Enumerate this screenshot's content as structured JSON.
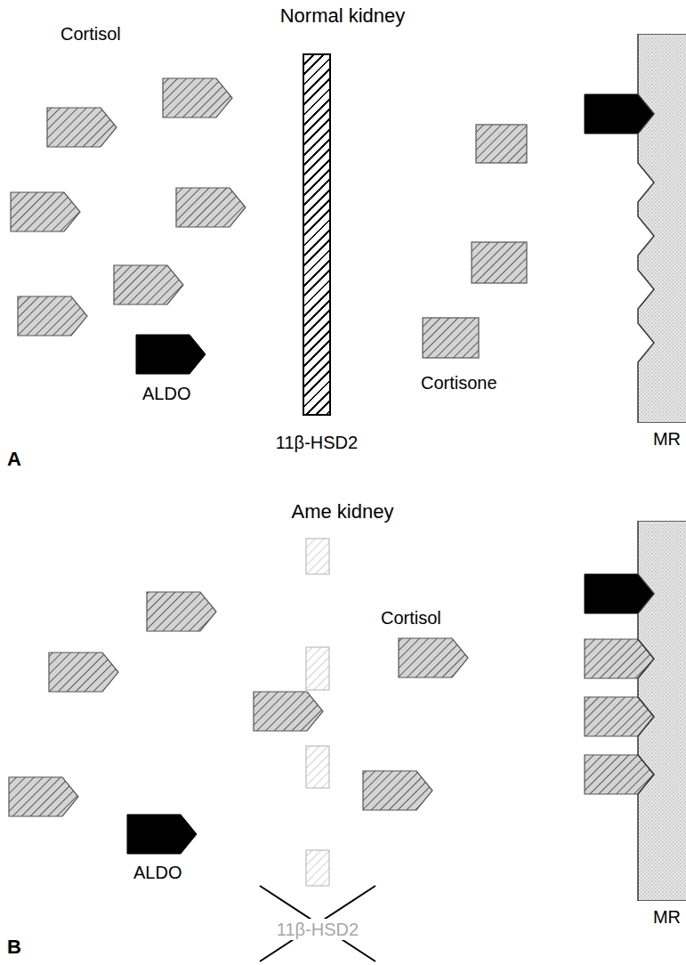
{
  "diagram": {
    "nodes": [
      {
        "text": [
          "11β-HSD2"
        ]
      },
      {
        "text": [
          "MR"
        ]
      },
      {
        "text": [
          "11β-HSD2"
        ]
      },
      {
        "text": [
          "MR"
        ]
      }
    ],
    "labels": [
      "Normal kidney",
      "Cortisol",
      "ALDO",
      "Cortisone",
      "A",
      "Ame kidney",
      "Cortisol",
      "ALDO",
      "B"
    ]
  }
}
